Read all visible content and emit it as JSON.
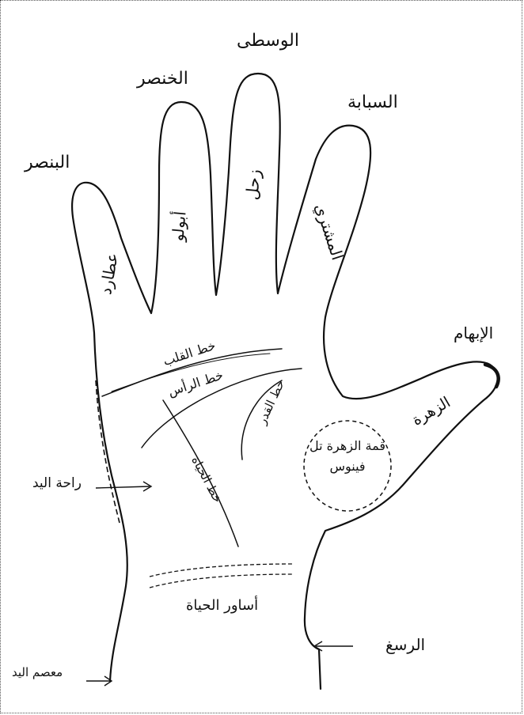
{
  "labels": {
    "middle": "الوسطى",
    "ring": "الخنصر",
    "little": "البنصر",
    "index": "السبابة",
    "thumb": "الإبهام",
    "mercury": "عطارد",
    "apollo": "أبولو",
    "saturn": "زحل",
    "jupiter": "المشتري",
    "venus": "الزهرة",
    "heart_line": "خط القلب",
    "head_line": "خط الرأس",
    "fate_line": "خط القدر",
    "life_line": "خط الحياة",
    "mount_venus": "قمة الزهرة تل فينوس",
    "palm_side": "راحة اليد",
    "bracelets": "أساور الحياة",
    "wrist": "الرسغ",
    "wrist_joint": "معصم اليد"
  },
  "colors": {
    "ink": "#111111",
    "background": "#ffffff",
    "frame": "#555555"
  }
}
